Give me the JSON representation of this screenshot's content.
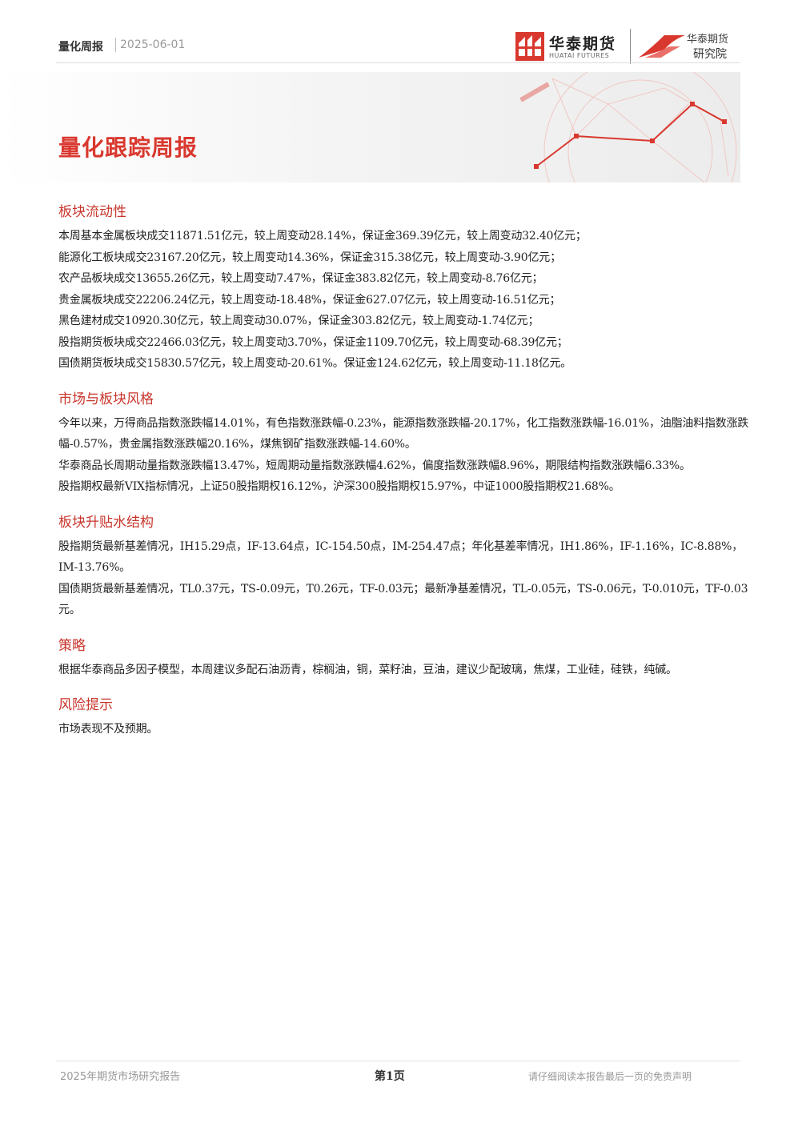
{
  "header": {
    "report_type": "量化周报",
    "date": "2025-06-01",
    "company_name": "华泰期货",
    "company_name_en": "HUATAI FUTURES",
    "institute_top": "华泰期货",
    "institute_bottom": "研究院",
    "accent_color": "#d9382e"
  },
  "title": "量化跟踪周报",
  "sections": [
    {
      "heading": "板块流动性",
      "paragraphs": [
        "本周基本金属板块成交11871.51亿元，较上周变动28.14%，保证金369.39亿元，较上周变动32.40亿元；",
        "能源化工板块成交23167.20亿元，较上周变动14.36%，保证金315.38亿元，较上周变动-3.90亿元；",
        "农产品板块成交13655.26亿元，较上周变动7.47%，保证金383.82亿元，较上周变动-8.76亿元；",
        "贵金属板块成交22206.24亿元，较上周变动-18.48%，保证金627.07亿元，较上周变动-16.51亿元；",
        "黑色建材成交10920.30亿元，较上周变动30.07%，保证金303.82亿元，较上周变动-1.74亿元；",
        "股指期货板块成交22466.03亿元，较上周变动3.70%，保证金1109.70亿元，较上周变动-68.39亿元；",
        "国债期货板块成交15830.57亿元，较上周变动-20.61%。保证金124.62亿元，较上周变动-11.18亿元。"
      ]
    },
    {
      "heading": "市场与板块风格",
      "paragraphs": [
        "今年以来，万得商品指数涨跌幅14.01%，有色指数涨跌幅-0.23%，能源指数涨跌幅-20.17%，化工指数涨跌幅-16.01%，油脂油料指数涨跌幅-0.57%，贵金属指数涨跌幅20.16%，煤焦钢矿指数涨跌幅-14.60%。",
        "华泰商品长周期动量指数涨跌幅13.47%，短周期动量指数涨跌幅4.62%，偏度指数涨跌幅8.96%，期限结构指数涨跌幅6.33%。",
        "股指期权最新VIX指标情况，上证50股指期权16.12%，沪深300股指期权15.97%，中证1000股指期权21.68%。"
      ]
    },
    {
      "heading": "板块升贴水结构",
      "paragraphs": [
        "股指期货最新基差情况，IH15.29点，IF-13.64点，IC-154.50点，IM-254.47点；年化基差率情况，IH1.86%，IF-1.16%，IC-8.88%，IM-13.76%。",
        "国债期货最新基差情况，TL0.37元，TS-0.09元，T0.26元，TF-0.03元；最新净基差情况，TL-0.05元，TS-0.06元，T-0.010元，TF-0.03元。"
      ]
    },
    {
      "heading": "策略",
      "paragraphs": [
        "根据华泰商品多因子模型，本周建议多配石油沥青，棕榈油，铜，菜籽油，豆油，建议少配玻璃，焦煤，工业硅，硅铁，纯碱。"
      ]
    },
    {
      "heading": "风险提示",
      "paragraphs": [
        "市场表现不及预期。"
      ]
    }
  ],
  "footer": {
    "left": "2025年期货市场研究报告",
    "center": "第1页",
    "right": "请仔细阅读本报告最后一页的免责声明"
  }
}
